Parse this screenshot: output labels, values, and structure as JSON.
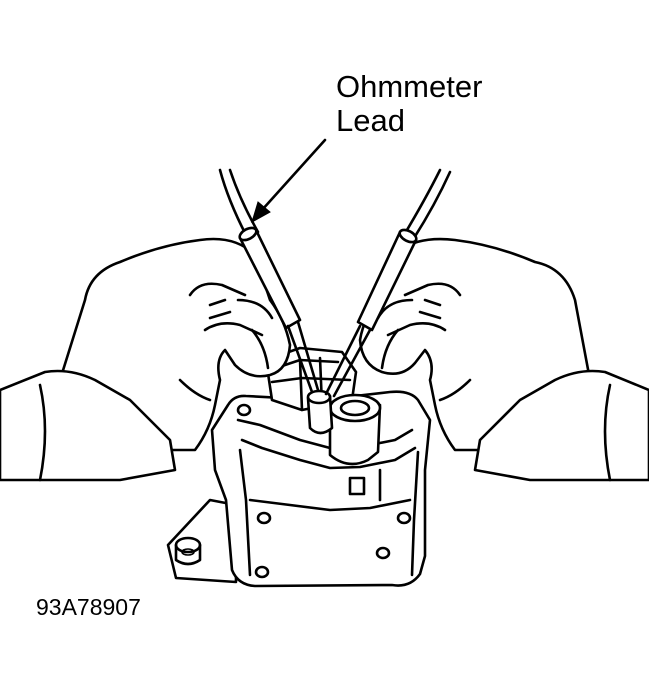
{
  "callout": {
    "line1": "Ohmmeter",
    "line2": "Lead"
  },
  "figure_id": "93A78907",
  "colors": {
    "ink": "#000000",
    "paper": "#ffffff"
  }
}
